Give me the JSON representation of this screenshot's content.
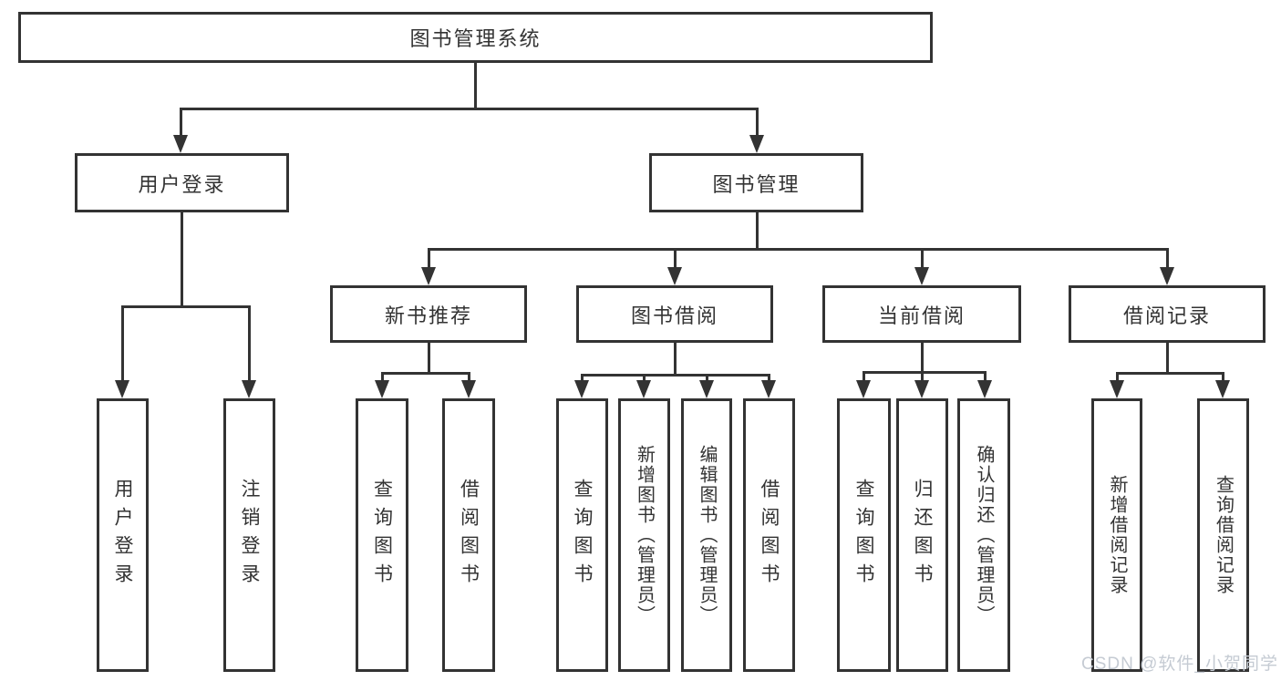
{
  "diagram": {
    "title_node": "图书管理系统",
    "level2": {
      "user_login": "用户登录",
      "book_mgmt": "图书管理"
    },
    "level3": {
      "new_book_rec": "新书推荐",
      "book_borrow": "图书借阅",
      "current_borrow": "当前借阅",
      "borrow_record": "借阅记录"
    },
    "leaves": {
      "user_login": "用户登录",
      "logout": "注销登录",
      "query_book_newrec": "查询图书",
      "borrow_book_newrec": "借阅图书",
      "query_book_borrow": "查询图书",
      "add_book_admin": "新增图书（管理员）",
      "edit_book_admin": "编辑图书（管理员）",
      "borrow_book_borrow": "借阅图书",
      "query_book_current": "查询图书",
      "return_book": "归还图书",
      "confirm_return_admin": "确认归还（管理员）",
      "add_borrow_record": "新增借阅记录",
      "query_borrow_record": "查询借阅记录"
    }
  },
  "watermark": "CSDN @软件_小贺同学",
  "colors": {
    "line": "#333333",
    "text": "#333333",
    "watermark": "#c5cbd3",
    "background": "#ffffff"
  }
}
